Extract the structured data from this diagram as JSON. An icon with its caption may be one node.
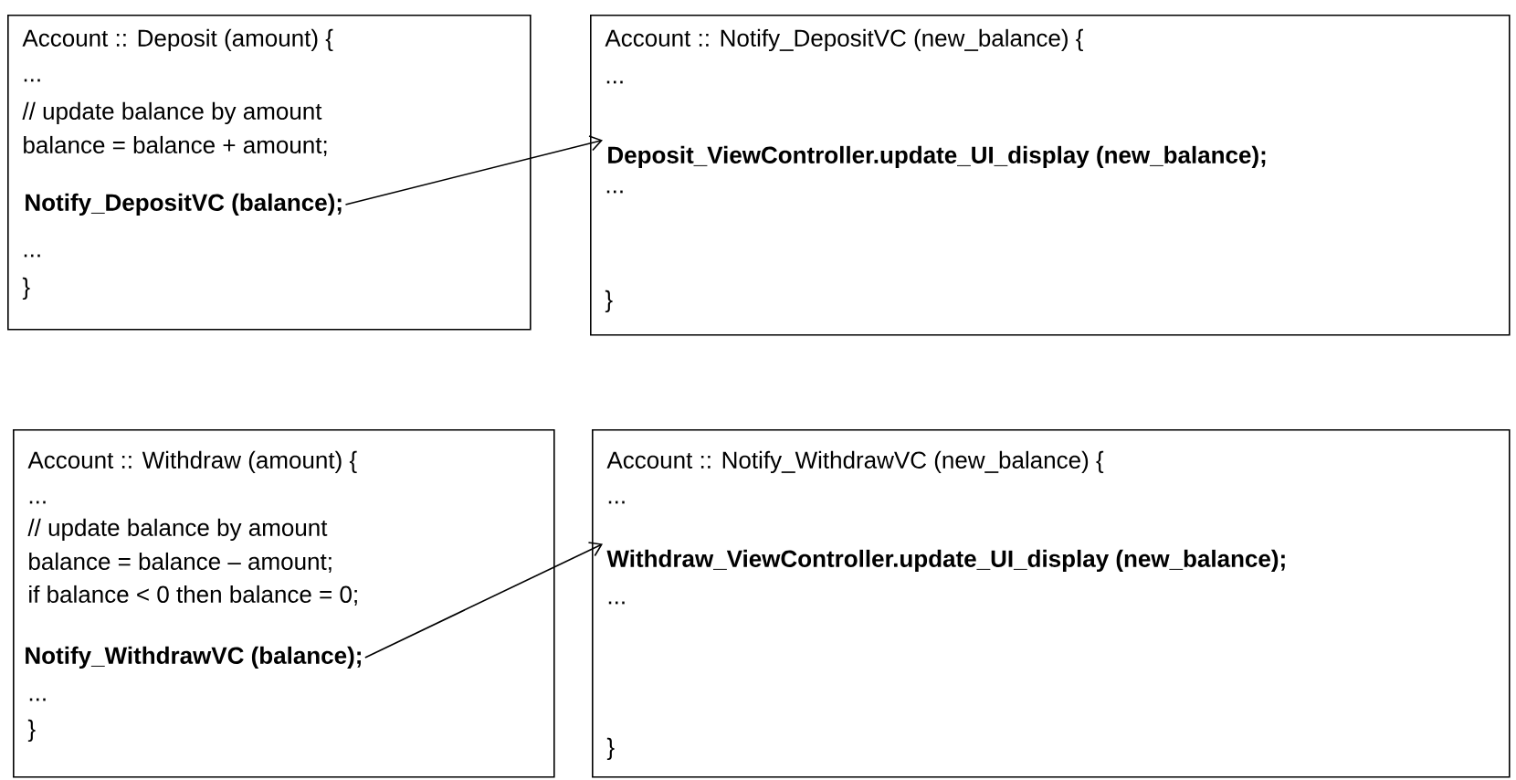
{
  "diagram": {
    "nodes": [
      {
        "text": [
          "Account :: Deposit (amount) {",
          "...",
          "// update balance by amount",
          "balance = balance + amount;",
          "...",
          "}"
        ]
      },
      {
        "text": [
          "Notify_DepositVC (balance);"
        ],
        "in": 0
      },
      {
        "text": [
          "Account :: Notify_DepositVC (new_balance) {",
          "...",
          "...",
          "}"
        ]
      },
      {
        "text": [
          "Deposit_ViewController.update_UI_display (new_balance);"
        ],
        "in": 2
      },
      {
        "text": [
          "Account :: Withdraw (amount) {",
          "...",
          "// update balance by amount",
          "balance = balance – amount;",
          "if balance < 0 then balance = 0;",
          "...",
          "}"
        ]
      },
      {
        "text": [
          "Notify_WithdrawVC (balance);"
        ],
        "in": 4
      },
      {
        "text": [
          "Account :: Notify_WithdrawVC (new_balance) {",
          "...",
          "...",
          "}"
        ]
      },
      {
        "text": [
          "Withdraw_ViewController.update_UI_display (new_balance);"
        ],
        "in": 6
      }
    ],
    "edges": [
      {
        "from": 1,
        "to": 3,
        "arrow": "to"
      },
      {
        "from": 5,
        "to": 7,
        "arrow": "to"
      }
    ]
  }
}
